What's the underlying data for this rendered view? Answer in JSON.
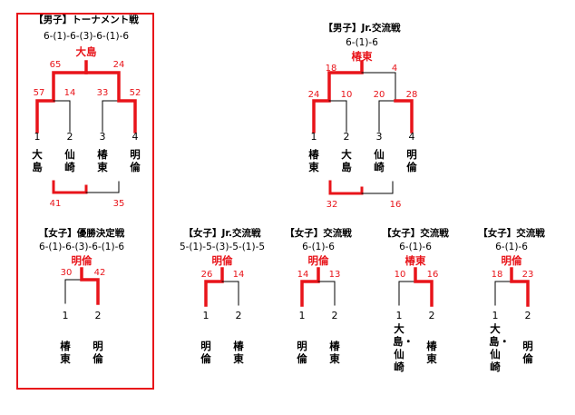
{
  "colors": {
    "winner_line": "#e8141a",
    "line": "#000000",
    "frame": "#e8141a"
  },
  "boys_tournament": {
    "title": "【男子】トーナメント戦",
    "result": "6-(1)-6-(3)-6-(1)-6",
    "winner": "大島",
    "scores": {
      "final_left": "65",
      "final_right": "24",
      "s1": "57",
      "s2": "14",
      "s3": "33",
      "s4": "52",
      "playoff_left": "41",
      "playoff_right": "35"
    },
    "seeds": [
      "1",
      "2",
      "3",
      "4"
    ],
    "teams": [
      "大島",
      "仙崎",
      "椿東",
      "明倫"
    ]
  },
  "boys_jr": {
    "title": "【男子】Jr.交流戦",
    "result": "6-(1)-6",
    "winner": "椿東",
    "scores": {
      "final_left": "18",
      "final_right": "4",
      "s1": "24",
      "s2": "10",
      "s3": "20",
      "s4": "28",
      "playoff_left": "32",
      "playoff_right": "16"
    },
    "seeds": [
      "1",
      "2",
      "3",
      "4"
    ],
    "teams": [
      "椿東",
      "大島",
      "仙崎",
      "明倫"
    ]
  },
  "girls_final": {
    "title": "【女子】優勝決定戦",
    "result": "6-(1)-6-(3)-6-(1)-6",
    "winner": "明倫",
    "scores": {
      "left": "30",
      "right": "42"
    },
    "seeds": [
      "1",
      "2"
    ],
    "teams": [
      "椿東",
      "明倫"
    ]
  },
  "girls_jr": {
    "title": "【女子】Jr.交流戦",
    "result": "5-(1)-5-(3)-5-(1)-5",
    "winner": "明倫",
    "scores": {
      "left": "26",
      "right": "14"
    },
    "seeds": [
      "1",
      "2"
    ],
    "teams": [
      "明倫",
      "椿東"
    ]
  },
  "girls_ex1": {
    "title": "【女子】交流戦",
    "result": "6-(1)-6",
    "winner": "明倫",
    "scores": {
      "left": "14",
      "right": "13"
    },
    "seeds": [
      "1",
      "2"
    ],
    "teams": [
      "明倫",
      "椿東"
    ]
  },
  "girls_ex2": {
    "title": "【女子】交流戦",
    "result": "6-(1)-6",
    "winner": "椿東",
    "scores": {
      "left": "10",
      "right": "16"
    },
    "seeds": [
      "1",
      "2"
    ],
    "teams": [
      "大島・仙崎",
      "椿東"
    ]
  },
  "girls_ex3": {
    "title": "【女子】交流戦",
    "result": "6-(1)-6",
    "winner": "明倫",
    "scores": {
      "left": "18",
      "right": "23"
    },
    "seeds": [
      "1",
      "2"
    ],
    "teams": [
      "大島・仙崎",
      "明倫"
    ]
  }
}
